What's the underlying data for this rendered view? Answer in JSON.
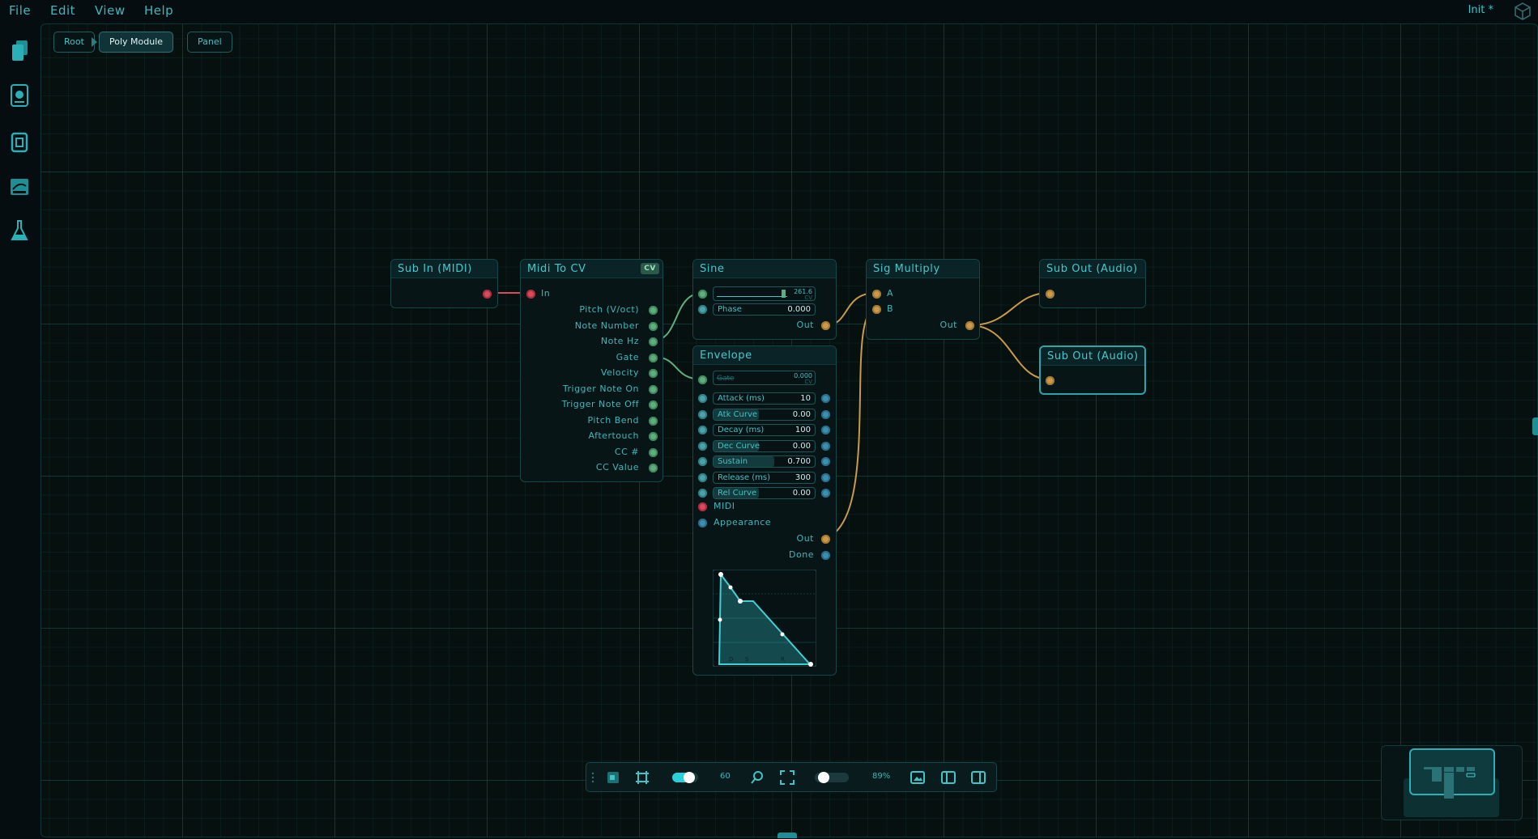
{
  "menu": {
    "items": [
      "File",
      "Edit",
      "View",
      "Help"
    ],
    "preset": "Init *"
  },
  "breadcrumbs": [
    "Root",
    "Poly Module",
    "Panel"
  ],
  "nodes": {
    "sub_in": {
      "title": "Sub In (MIDI)"
    },
    "midi_to_cv": {
      "title": "Midi To CV",
      "badge": "CV",
      "input": "In",
      "outputs": [
        "Pitch (V/oct)",
        "Note Number",
        "Note Hz",
        "Gate",
        "Velocity",
        "Trigger Note On",
        "Trigger Note Off",
        "Pitch Bend",
        "Aftertouch",
        "CC #",
        "CC Value"
      ]
    },
    "sine": {
      "title": "Sine",
      "freq_value": "261.6",
      "freq_unit": "CV",
      "phase_label": "Phase",
      "phase_value": "0.000",
      "output": "Out"
    },
    "envelope": {
      "title": "Envelope",
      "gate_label": "Gate",
      "gate_value": "0.000",
      "gate_unit": "CV",
      "params": [
        {
          "label": "Attack (ms)",
          "value": "10"
        },
        {
          "label": "Atk Curve",
          "value": "0.00"
        },
        {
          "label": "Decay (ms)",
          "value": "100"
        },
        {
          "label": "Dec Curve",
          "value": "0.00"
        },
        {
          "label": "Sustain",
          "value": "0.700"
        },
        {
          "label": "Release (ms)",
          "value": "300"
        },
        {
          "label": "Rel Curve",
          "value": "0.00"
        }
      ],
      "midi": "MIDI",
      "appearance": "Appearance",
      "out": "Out",
      "done": "Done",
      "graph_labels": [
        "D",
        "S",
        "R"
      ]
    },
    "sig_multiply": {
      "title": "Sig Multiply",
      "in_a": "A",
      "in_b": "B",
      "out": "Out"
    },
    "sub_out_1": {
      "title": "Sub Out (Audio)"
    },
    "sub_out_2": {
      "title": "Sub Out (Audio)"
    }
  },
  "toolbar": {
    "grid_value": "60",
    "zoom_value": "89%",
    "snap_fill": 0.75,
    "zoom_fill": 0.1
  },
  "colors": {
    "accent": "#3fc4c7",
    "background": "#050d10",
    "port_green": "#5fae7e",
    "port_red": "#d94a5c",
    "port_orange": "#c99a4a",
    "port_blue": "#3d8fb0"
  }
}
